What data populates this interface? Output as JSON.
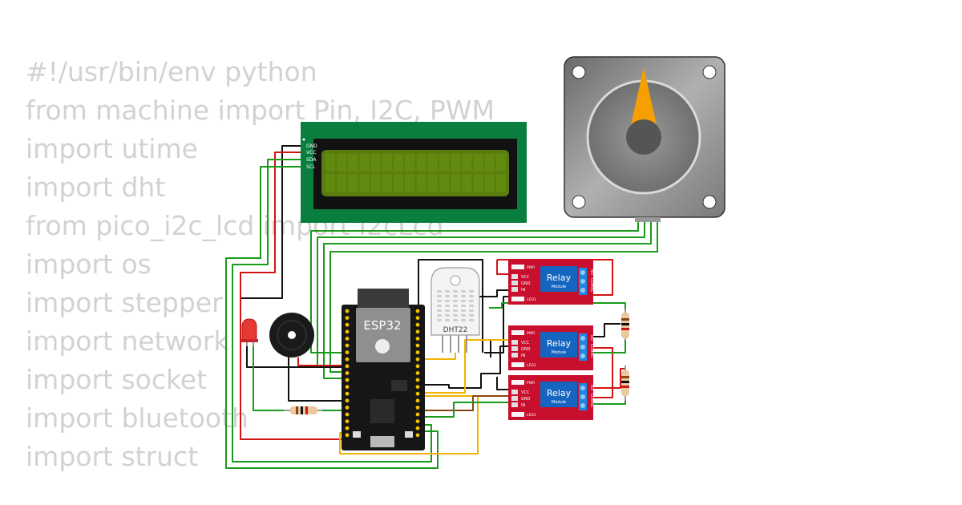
{
  "code_lines": [
    "#!/usr/bin/env python",
    "from machine import Pin, I2C, PWM",
    "import utime",
    "import dht",
    "from pico_i2c_lcd import I2cLcd",
    "import os",
    "import stepper",
    "import network",
    "import socket",
    "import bluetooth",
    "import struct"
  ],
  "lcd": {
    "pins": [
      "GND",
      "VCC",
      "SDA",
      "SCL"
    ]
  },
  "esp32": {
    "label": "ESP32"
  },
  "dht": {
    "label": "DHT22"
  },
  "relays": [
    {
      "label": "Relay",
      "sublabel": "Module",
      "pins": [
        "VCC",
        "GND",
        "IN"
      ],
      "pwr": "PWR",
      "led": "LED1"
    },
    {
      "label": "Relay",
      "sublabel": "Module",
      "pins": [
        "VCC",
        "GND",
        "IN"
      ],
      "pwr": "PWR",
      "led": "LED1"
    },
    {
      "label": "Relay",
      "sublabel": "Module",
      "pins": [
        "VCC",
        "GND",
        "IN"
      ],
      "pwr": "PWR",
      "led": "LED1"
    }
  ],
  "relay_terminals": [
    "NO",
    "COM",
    "NC"
  ],
  "colors": {
    "lcd_board": "#0a7e3e",
    "lcd_screen": "#5a7d0e",
    "relay_board": "#c8102e",
    "relay_block": "#1565c0",
    "wire_green": "#1a9a1a",
    "wire_red": "#d21414",
    "wire_black": "#111111",
    "wire_yellow": "#f0b400",
    "wire_brown": "#8b4513",
    "code_text": "#d2d2d2"
  }
}
